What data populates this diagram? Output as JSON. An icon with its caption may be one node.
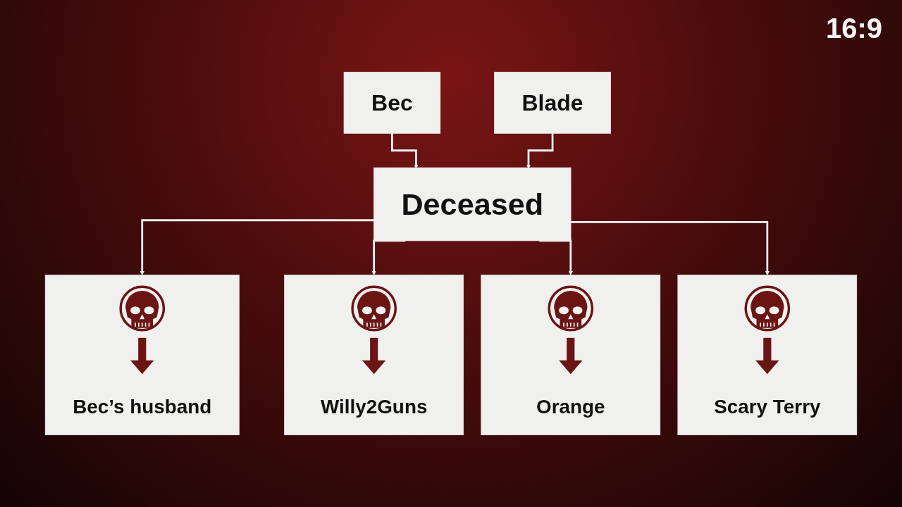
{
  "diagram": {
    "nodes": [
      {
        "text": [
          "Bec"
        ]
      },
      {
        "text": [
          "Blade"
        ]
      },
      {
        "text": [
          "Deceased"
        ]
      },
      {
        "text": [
          "Bec’s husband"
        ]
      },
      {
        "text": [
          "Willy2Guns"
        ]
      },
      {
        "text": [
          "Orange"
        ]
      },
      {
        "text": [
          "Scary Terry"
        ]
      }
    ],
    "edges": [
      {
        "from": 0,
        "to": 2,
        "arrow": "to"
      },
      {
        "from": 1,
        "to": 2,
        "arrow": "to"
      },
      {
        "from": 2,
        "to": 3,
        "arrow": "to"
      },
      {
        "from": 2,
        "to": 4,
        "arrow": "to"
      },
      {
        "from": 2,
        "to": 5,
        "arrow": "to"
      },
      {
        "from": 2,
        "to": 6,
        "arrow": "to"
      }
    ],
    "labels": [
      "16:9"
    ]
  }
}
